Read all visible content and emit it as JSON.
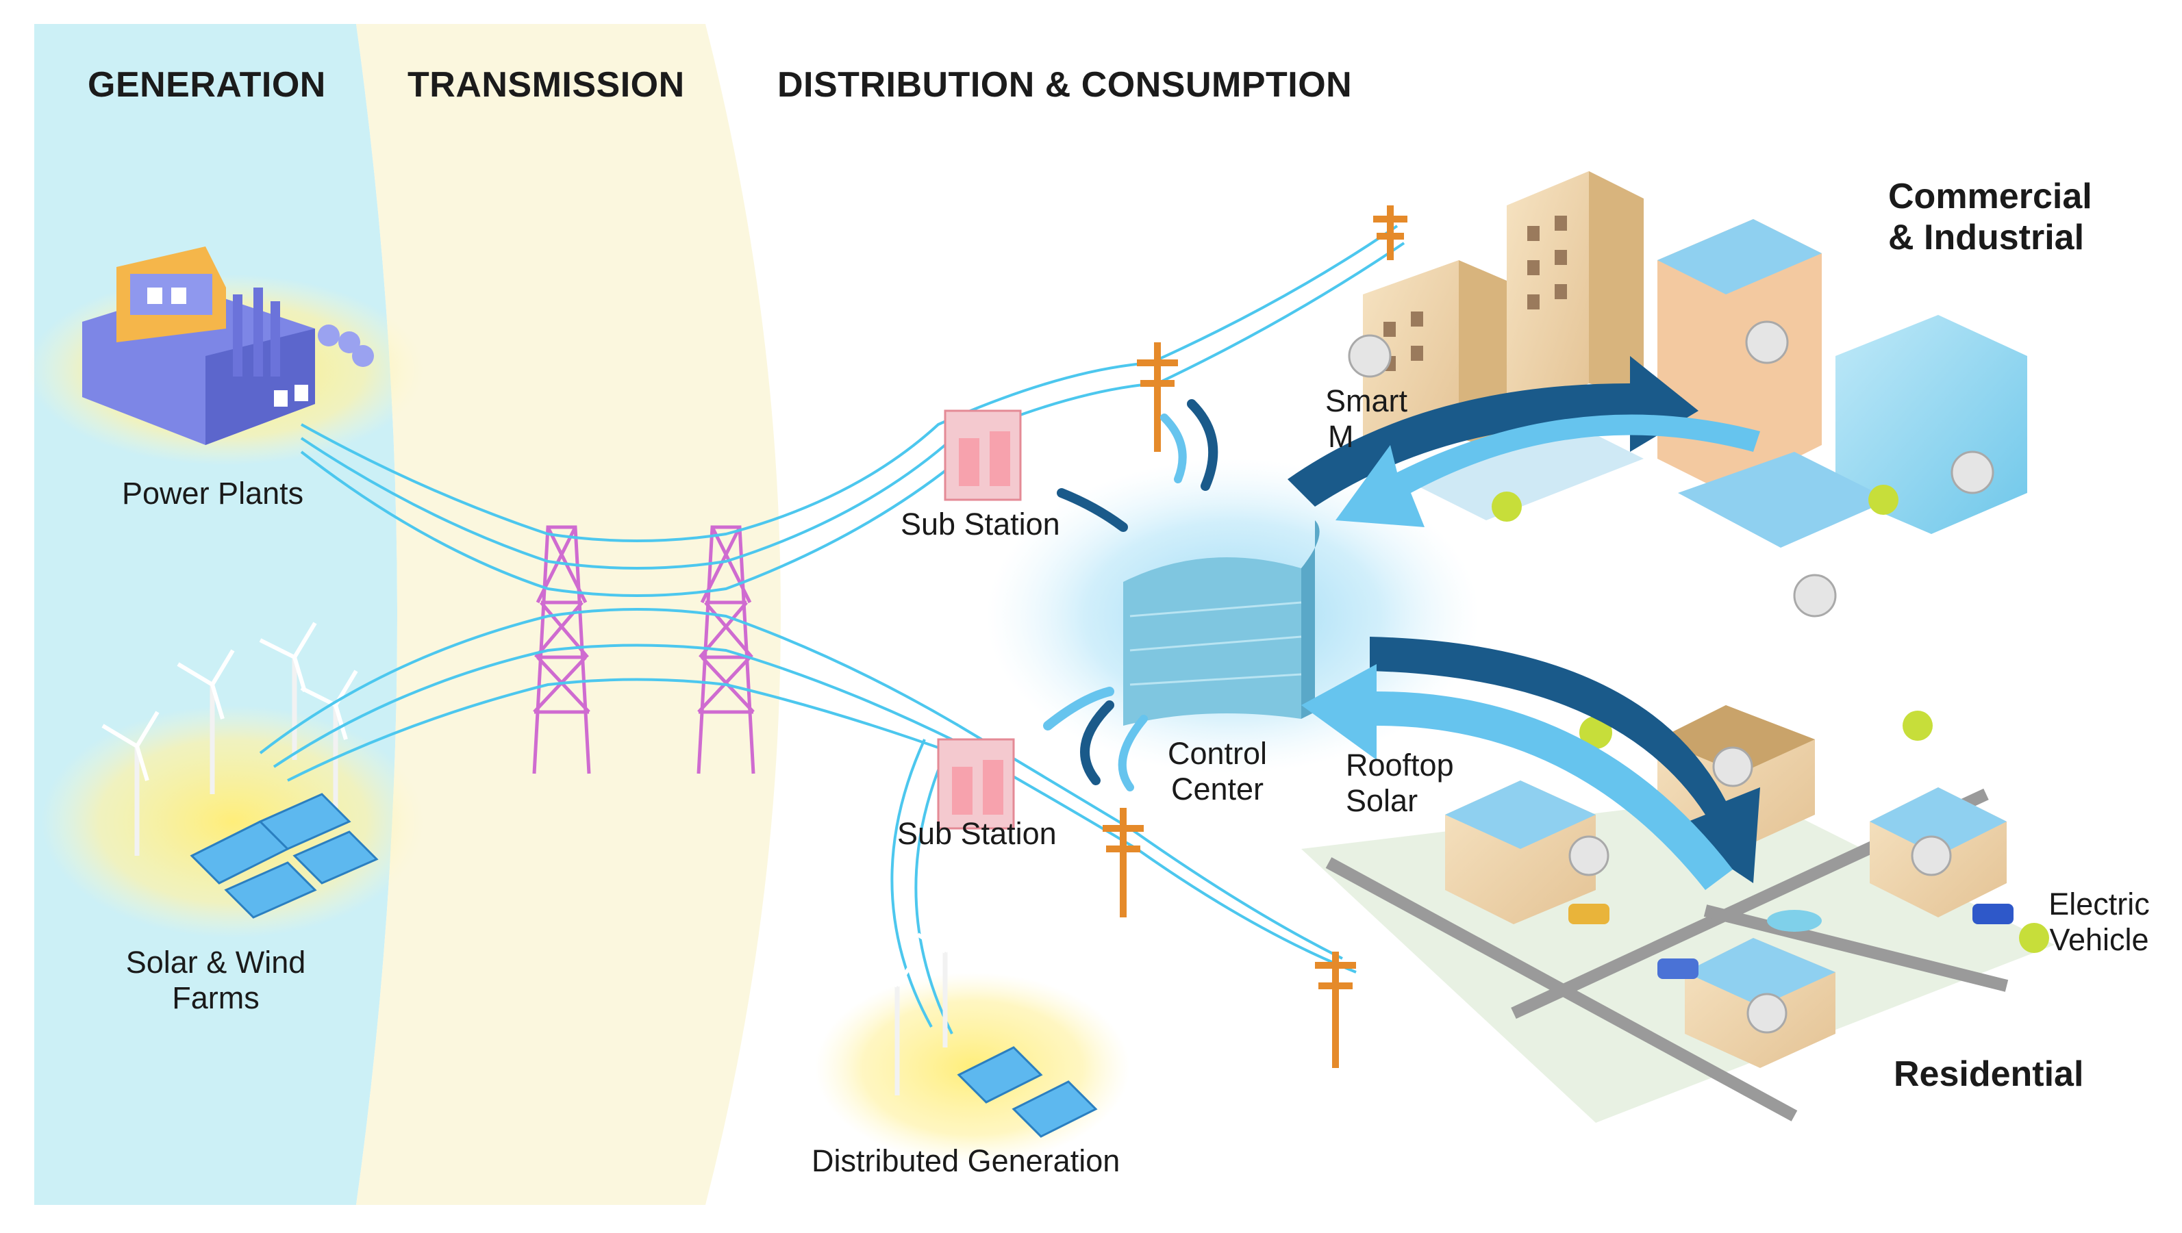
{
  "sections": {
    "generation": "GENERATION",
    "transmission": "TRANSMISSION",
    "distribution": "DISTRIBUTION & CONSUMPTION"
  },
  "labels": {
    "power_plants": "Power Plants",
    "solar_wind_line1": "Solar & Wind",
    "solar_wind_line2": "Farms",
    "sub_station_top": "Sub Station",
    "sub_station_bottom": "Sub Station",
    "distributed_generation": "Distributed  Generation",
    "control_center_line1": "Control",
    "control_center_line2": "Center",
    "smart_meter_partial_1": "Smart",
    "smart_meter_partial_2": "M",
    "rooftop_solar_line1": "Rooftop",
    "rooftop_solar_line2": "Solar",
    "commercial_line1": "Commercial",
    "commercial_line2": "& Industrial",
    "electric_vehicle_line1": "Electric",
    "electric_vehicle_line2": "Vehicle",
    "residential": "Residential"
  },
  "colors": {
    "generation_band": "#ccf0f6",
    "transmission_band": "#fbf7de",
    "power_line": "#4cc7ee",
    "arrow_dark": "#1a5a8a",
    "arrow_light": "#66c4ee",
    "pole": "#e58a2a",
    "tower": "#cf6bd0"
  }
}
